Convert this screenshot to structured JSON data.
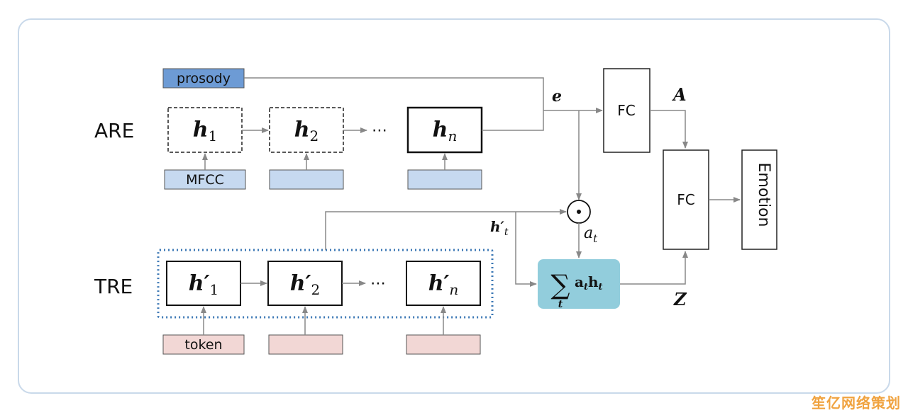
{
  "labels": {
    "are": "ARE",
    "tre": "TRE",
    "prosody": "prosody",
    "mfcc": "MFCC",
    "token": "token",
    "fc_top": "FC",
    "fc_mid": "FC",
    "emotion": "Emotion",
    "e": "e",
    "A": "A",
    "Z": "Z",
    "a_t": "a",
    "a_t_sub": "t",
    "h_prime_t": "h′",
    "h_prime_t_sub": "t",
    "ellipsis": "⋯",
    "dot_symbol": "⊙"
  },
  "are_nodes": [
    {
      "main": "h",
      "sub": "1"
    },
    {
      "main": "h",
      "sub": "2"
    },
    {
      "main": "h",
      "sub": "n"
    }
  ],
  "tre_nodes": [
    {
      "main": "h′",
      "sub": "1"
    },
    {
      "main": "h′",
      "sub": "2"
    },
    {
      "main": "h′",
      "sub": "n"
    }
  ],
  "sum_box": {
    "sigma": "∑",
    "sigma_sub": "t",
    "a": "a",
    "a_sub": "t",
    "h": "h",
    "h_sub": "t"
  },
  "watermark": "笙亿网络策划",
  "colors": {
    "prosody_fill": "#6d9bd5",
    "mfcc_fill": "#c6d9f0",
    "token_fill": "#f2d7d5",
    "sum_fill": "#92cddc",
    "dotted_border": "#3c78b5",
    "arrow": "#888888",
    "frame": "#c9d9ea"
  }
}
